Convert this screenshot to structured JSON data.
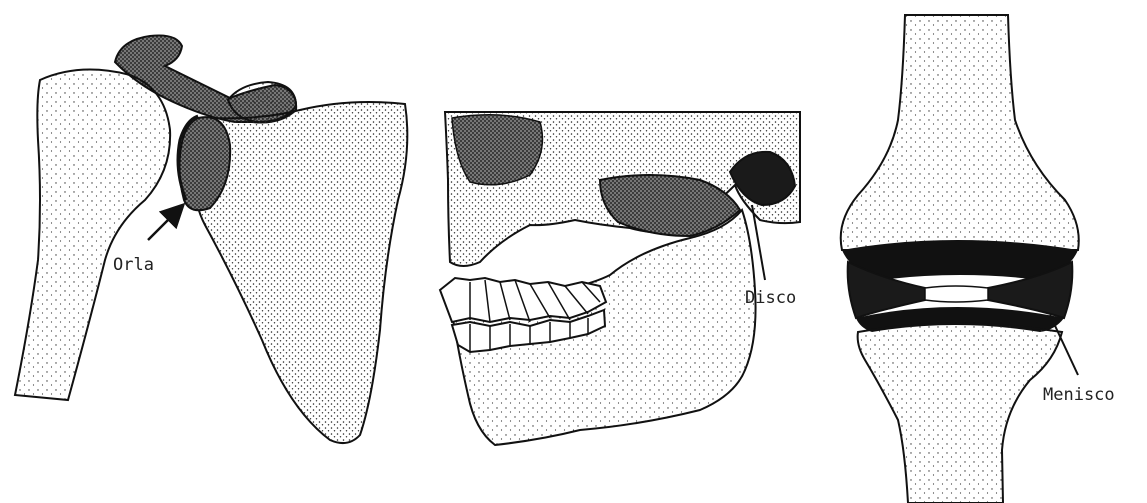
{
  "labels": {
    "shoulder": "Orla",
    "jaw": "Disco",
    "knee": "Menisco"
  },
  "colors": {
    "ink": "#1a1a1a",
    "paper": "#ffffff",
    "dark_fill": "#2a2a2a"
  }
}
